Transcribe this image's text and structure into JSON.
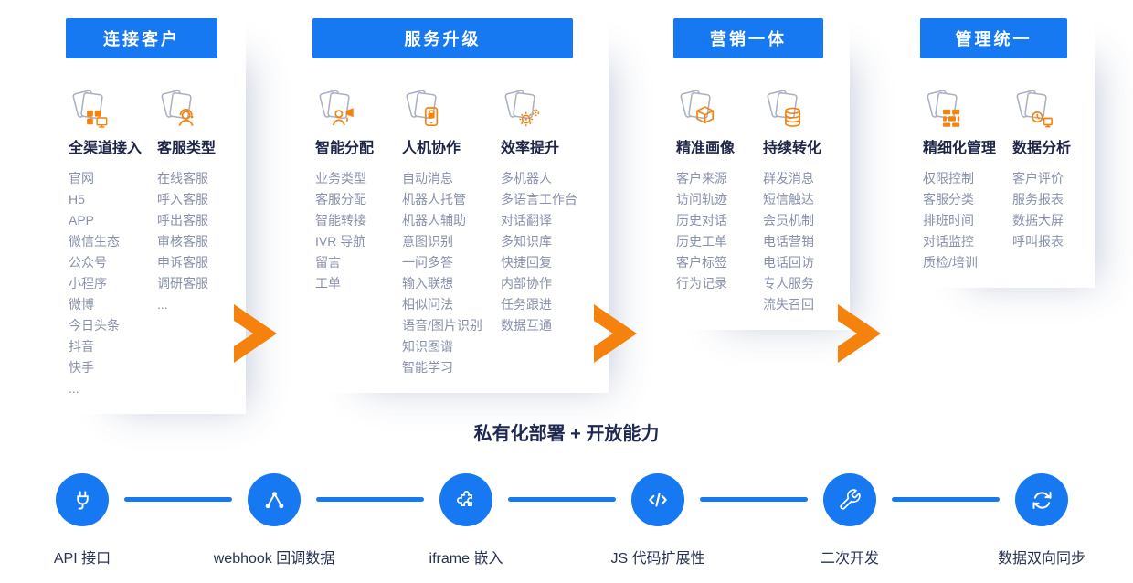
{
  "palette": {
    "blue": "#1779F2",
    "orange": "#F5820D",
    "heading_text_color": "#FFFFFF",
    "group_title_color": "#1E2547",
    "list_text_color": "#8891A9",
    "bottom_title_color": "#1E2850"
  },
  "columns": [
    {
      "title": "连接客户",
      "groups": [
        {
          "icon": "omni-channel-access-icon",
          "title": "全渠道接入",
          "items": [
            "官网",
            "H5",
            "APP",
            "微信生态",
            "公众号",
            "小程序",
            "微博",
            "今日头条",
            "抖音",
            "快手",
            "..."
          ]
        },
        {
          "icon": "agent-type-icon",
          "title": "客服类型",
          "items": [
            "在线客服",
            "呼入客服",
            "呼出客服",
            "审核客服",
            "申诉客服",
            "调研客服",
            "..."
          ]
        }
      ]
    },
    {
      "title": "服务升级",
      "groups": [
        {
          "icon": "smart-dispatch-icon",
          "title": "智能分配",
          "items": [
            "业务类型",
            "客服分配",
            "智能转接",
            "IVR 导航",
            "留言",
            "工单"
          ]
        },
        {
          "icon": "human-machine-collab-icon",
          "title": "人机协作",
          "items": [
            "自动消息",
            "机器人托管",
            "机器人辅助",
            "意图识别",
            "一问多答",
            "输入联想",
            "相似问法",
            "语音/图片识别",
            "知识图谱",
            "智能学习"
          ]
        },
        {
          "icon": "efficiency-icon",
          "title": "效率提升",
          "items": [
            "多机器人",
            "多语言工作台",
            "对话翻译",
            "多知识库",
            "快捷回复",
            "内部协作",
            "任务跟进",
            "数据互通"
          ]
        }
      ]
    },
    {
      "title": "营销一体",
      "groups": [
        {
          "icon": "customer-profile-icon",
          "title": "精准画像",
          "items": [
            "客户来源",
            "访问轨迹",
            "历史对话",
            "历史工单",
            "客户标签",
            "行为记录"
          ]
        },
        {
          "icon": "conversion-icon",
          "title": "持续转化",
          "items": [
            "群发消息",
            "短信触达",
            "会员机制",
            "电话营销",
            "电话回访",
            "专人服务",
            "流失召回"
          ]
        }
      ]
    },
    {
      "title": "管理统一",
      "groups": [
        {
          "icon": "fine-management-icon",
          "title": "精细化管理",
          "items": [
            "权限控制",
            "客服分类",
            "排班时间",
            "对话监控",
            "质检/培训"
          ]
        },
        {
          "icon": "data-analytics-icon",
          "title": "数据分析",
          "items": [
            "客户评价",
            "服务报表",
            "数据大屏",
            "呼叫报表"
          ]
        }
      ]
    }
  ],
  "bottom": {
    "title": "私有化部署 + 开放能力",
    "nodes": [
      {
        "icon": "plug-icon",
        "label": "API 接口"
      },
      {
        "icon": "webhook-icon",
        "label": "webhook 回调数据"
      },
      {
        "icon": "puzzle-icon",
        "label": "iframe 嵌入"
      },
      {
        "icon": "code-icon",
        "label": "JS 代码扩展性"
      },
      {
        "icon": "wrench-icon",
        "label": "二次开发"
      },
      {
        "icon": "sync-icon",
        "label": "数据双向同步"
      }
    ]
  }
}
